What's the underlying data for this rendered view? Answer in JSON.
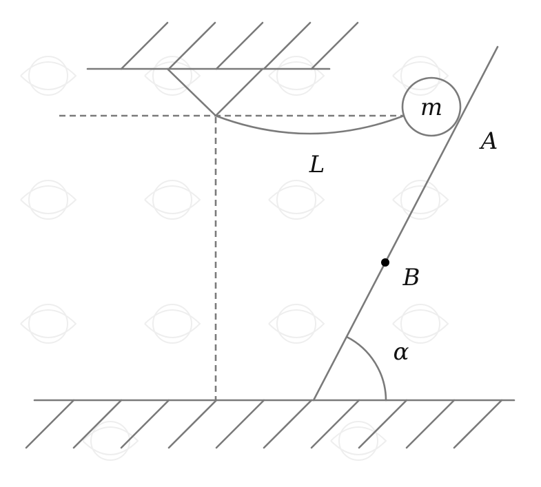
{
  "labels": {
    "mass": "m",
    "length": "L",
    "pointA": "A",
    "pointB": "B",
    "angle": "α"
  },
  "colors": {
    "line": "#7a7a7a",
    "text": "#111111",
    "dot": "#000000",
    "background": "#ffffff"
  }
}
